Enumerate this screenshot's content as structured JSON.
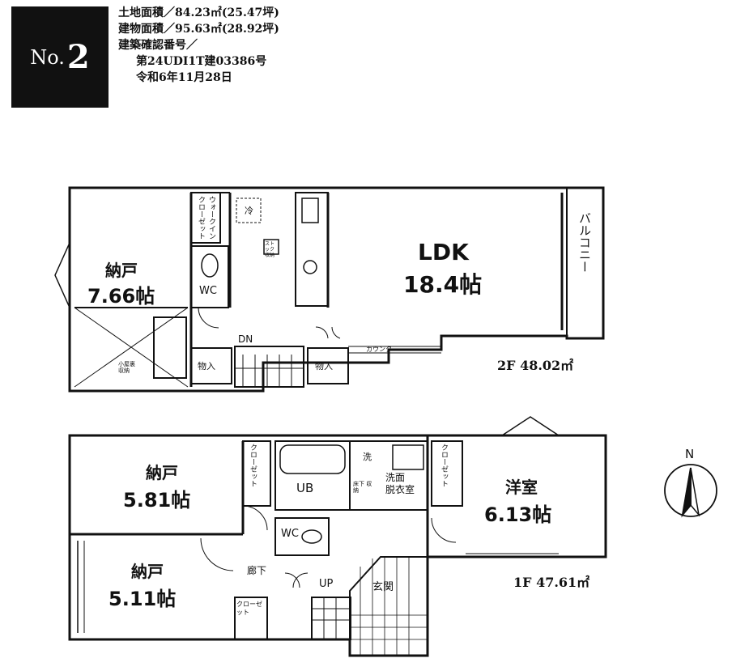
{
  "header": {
    "no_label": "No.",
    "plan_number": "2",
    "lines": [
      "土地面積／84.23㎡(25.47坪)",
      "建物面積／95.63㎡(28.92坪)",
      "建築確認番号／",
      "第24UDI1T建03386号",
      "令和6年11月28日"
    ]
  },
  "floor2": {
    "area_label": "2F 48.02㎡",
    "rooms": {
      "storage": {
        "name": "納戸",
        "size": "7.66帖"
      },
      "ldk": {
        "name": "LDK",
        "size": "18.4帖"
      },
      "wc": "WC",
      "closet": "ウォークインクローゼット",
      "balcony": "バルコニー",
      "fridge": "冷",
      "storage_left": "物入",
      "storage_right": "物入",
      "attic": "小屋裏 収納",
      "counter": "カウンター",
      "down": "DN",
      "utility": "ストック収納"
    }
  },
  "floor1": {
    "area_label": "1F 47.61㎡",
    "rooms": {
      "storage_a": {
        "name": "納戸",
        "size": "5.81帖"
      },
      "storage_b": {
        "name": "納戸",
        "size": "5.11帖"
      },
      "western": {
        "name": "洋室",
        "size": "6.13帖"
      },
      "bath": "UB",
      "wc": "WC",
      "washroom": "洗面\n脱衣室",
      "washer": "洗",
      "hallway": "廊下",
      "up": "UP",
      "entrance": "玄関",
      "closet_a": "クローゼット",
      "closet_b": "クローゼット",
      "closet_c": "クローゼット",
      "linen": "床下 収納"
    }
  },
  "compass": {
    "label": "N"
  }
}
